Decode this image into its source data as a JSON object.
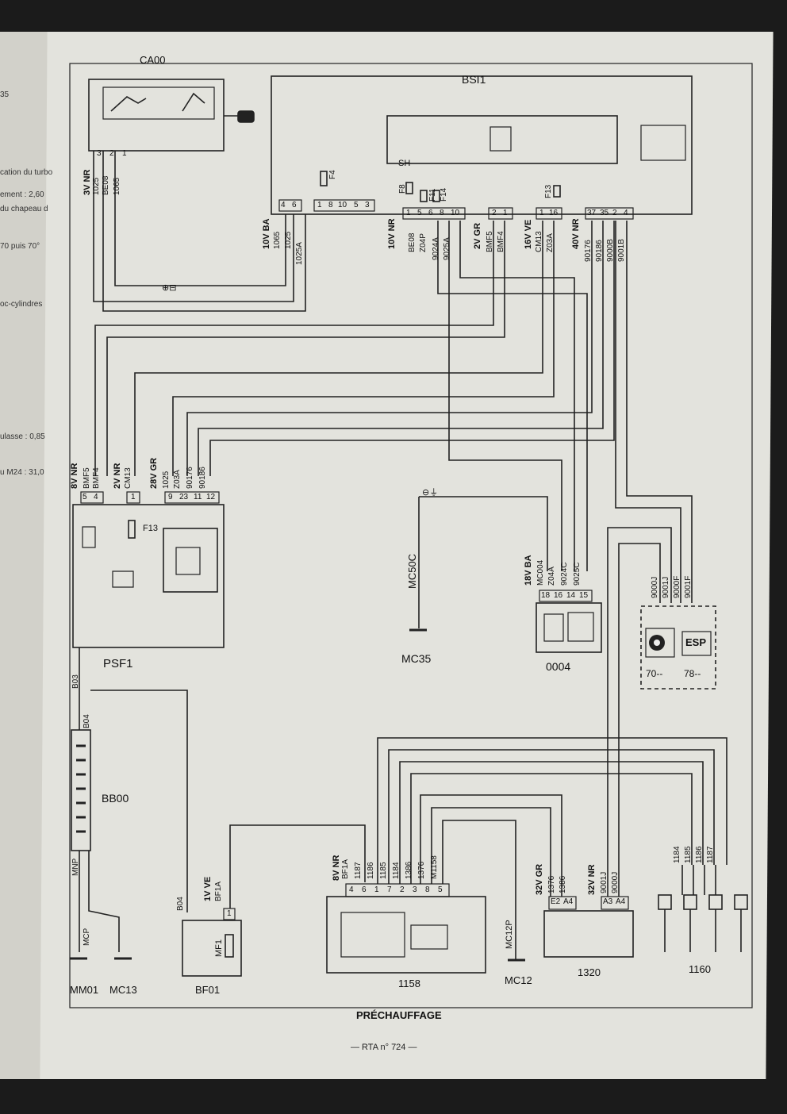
{
  "left_page_fragments": [
    "35",
    "cation du turbo",
    "ement : 2,60",
    "du chapeau d",
    "70 puis 70°",
    "oc-cylindres",
    "ulasse : 0,85",
    "u M24 : 31,0"
  ],
  "components": {
    "ca00": "CA00",
    "bsi1": "BSI1",
    "psf1": "PSF1",
    "bb00": "BB00",
    "bf01": "BF01",
    "c1158": "1158",
    "c1320": "1320",
    "c1160": "1160",
    "c0004": "0004",
    "mc35": "MC35",
    "mc50c": "MC50C",
    "mm01": "MM01",
    "mc13": "MC13",
    "mc12": "MC12",
    "mc12p": "MC12P",
    "f13_psf": "F13",
    "f4": "F4",
    "f8": "F8",
    "f11": "F11",
    "f14": "F14",
    "f13_bsi": "F13",
    "mf1": "MF1",
    "esp": "ESP",
    "opt70": "70--",
    "opt78": "78--"
  },
  "connectors": {
    "ca00": {
      "label": "3V NR",
      "pins": [
        "3",
        "2",
        "1"
      ],
      "wires": [
        "1025",
        "BE08",
        "1065"
      ]
    },
    "bsi_a": {
      "label": "10V BA",
      "pins": [
        "4",
        "6"
      ],
      "wires": [
        "1065",
        "1025",
        "1025A"
      ]
    },
    "bsi_b": {
      "pins": [
        "1",
        "8",
        "10",
        "5",
        "3"
      ]
    },
    "bsi_c": {
      "label": "10V NR",
      "pins": [
        "1",
        "5",
        "6",
        "8",
        "10"
      ],
      "wires": [
        "BE08",
        "Z04P",
        "9024A",
        "9025A"
      ]
    },
    "bsi_d": {
      "label": "2V GR",
      "pins": [
        "2",
        "1"
      ],
      "wires": [
        "BMF5",
        "BMF4"
      ]
    },
    "bsi_e": {
      "label": "16V VE",
      "pins": [
        "1",
        "16"
      ],
      "wires": [
        "CM13",
        "Z03A"
      ]
    },
    "bsi_f": {
      "label": "40V NR",
      "pins": [
        "37",
        "35",
        "2",
        "4"
      ],
      "wires": [
        "90176",
        "90186",
        "9000B",
        "9001B"
      ]
    },
    "psf_a": {
      "label": "8V NR",
      "pins": [
        "5",
        "4"
      ],
      "wires": [
        "BMF5",
        "BMF4"
      ]
    },
    "psf_b": {
      "label": "2V NR",
      "pins": [
        "1"
      ],
      "wires": [
        "CM13"
      ]
    },
    "psf_c": {
      "label": "28V GR",
      "pins": [
        "9",
        "23",
        "11",
        "12"
      ],
      "wires": [
        "1025",
        "Z03A",
        "90176",
        "90186"
      ]
    },
    "c0004": {
      "label": "18V BA",
      "pins": [
        "18",
        "16",
        "14",
        "15"
      ],
      "wires": [
        "MC004",
        "Z04A",
        "9024C",
        "9025C"
      ]
    },
    "esp": {
      "wires": [
        "9000J",
        "9001J",
        "9000F",
        "9001F"
      ]
    },
    "c1158": {
      "label": "8V NR",
      "pins": [
        "4",
        "6",
        "1",
        "7",
        "2",
        "3",
        "8",
        "5"
      ],
      "wires": [
        "BF1A",
        "1187",
        "1186",
        "1185",
        "1184",
        "1386",
        "1376",
        "M1158"
      ]
    },
    "c1320": {
      "label_a": "32V GR",
      "pins_a": [
        "E2",
        "A4"
      ],
      "wires_a": [
        "1376",
        "1386"
      ],
      "label_b": "32V NR",
      "pins_b": [
        "A3",
        "A4"
      ],
      "wires_b": [
        "9001J",
        "9000J"
      ]
    },
    "c1160": {
      "wires": [
        "1184",
        "1185",
        "1186",
        "1187"
      ]
    },
    "bf01": {
      "label": "1V VE",
      "pins": [
        "1"
      ],
      "wires": [
        "BF1A"
      ],
      "wire_in": "B04"
    },
    "bb00": {
      "wires": [
        "B03",
        "B04"
      ]
    }
  },
  "misc_labels": {
    "mnp": "MNP",
    "mcp": "MCP",
    "b03": "B03",
    "b04": "B04",
    "sh": "SH",
    "ground_plus": "⊕⊟",
    "ground_minus": "⊖⏚"
  },
  "page_title": "PRÉCHAUFFAGE",
  "footer": "— RTA n° 724 —"
}
